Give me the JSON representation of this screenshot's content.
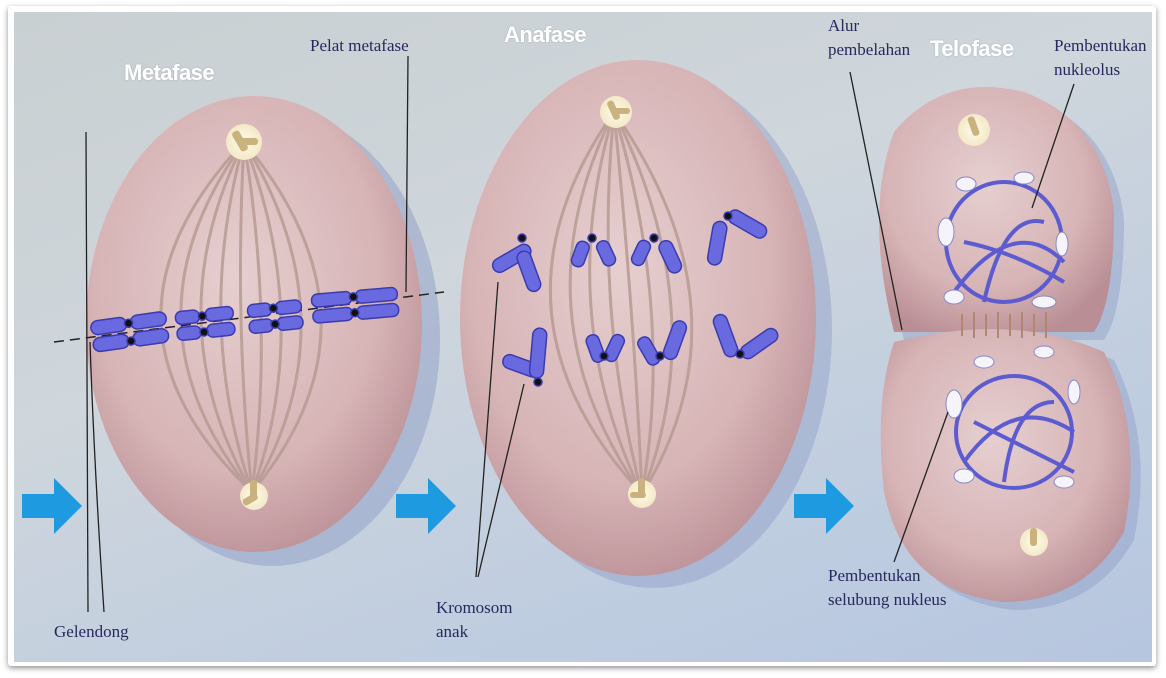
{
  "figure": {
    "subject": "Mitosis phases",
    "phases": [
      {
        "id": "metafase",
        "title": "Metafase"
      },
      {
        "id": "anafase",
        "title": "Anafase"
      },
      {
        "id": "telofase",
        "title": "Telofase"
      }
    ],
    "labels": {
      "pelat_metafase": "Pelat metafase",
      "gelendong": "Gelendong",
      "kromosom_anak_line1": "Kromosom",
      "kromosom_anak_line2": "anak",
      "alur_pembelahan_line1": "Alur",
      "alur_pembelahan_line2": "pembelahan",
      "nukleolus_line1": "Pembentukan",
      "nukleolus_line2": "nukleolus",
      "selubung_line1": "Pembentukan",
      "selubung_line2": "selubung nukleus"
    },
    "arrows": [
      {
        "id": "arrow-1",
        "color": "#1e9be0"
      },
      {
        "id": "arrow-2",
        "color": "#1e9be0"
      },
      {
        "id": "arrow-3",
        "color": "#1e9be0"
      }
    ],
    "colors": {
      "cell_fill": "#d9b7b8",
      "chromosome": "#6a6ae0",
      "label_text": "#27295e",
      "title_text": "#ffffff"
    }
  }
}
